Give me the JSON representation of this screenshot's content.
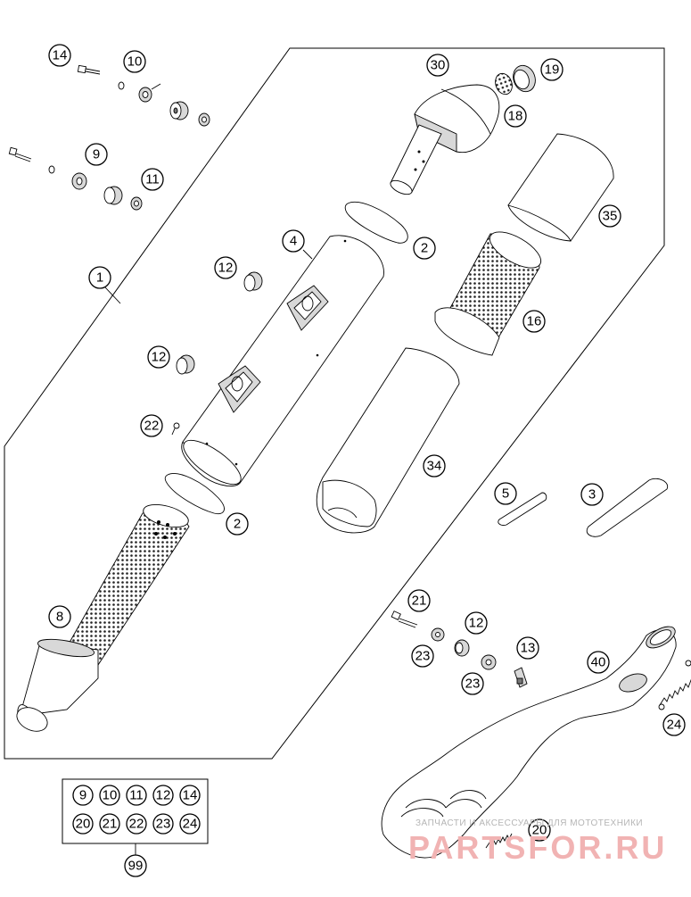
{
  "diagram": {
    "callouts": {
      "c1": "1",
      "c2a": "2",
      "c2b": "2",
      "c3": "3",
      "c4": "4",
      "c5": "5",
      "c8": "8",
      "c9": "9",
      "c10": "10",
      "c11": "11",
      "c12a": "12",
      "c12b": "12",
      "c12c": "12",
      "c13": "13",
      "c14": "14",
      "c16": "16",
      "c18": "18",
      "c19": "19",
      "c20": "20",
      "c21": "21",
      "c22": "22",
      "c23a": "23",
      "c23b": "23",
      "c24": "24",
      "c30": "30",
      "c34": "34",
      "c35": "35",
      "c40": "40",
      "c99": "99"
    },
    "kit": [
      "9",
      "10",
      "11",
      "12",
      "14",
      "20",
      "21",
      "22",
      "23",
      "24"
    ]
  },
  "watermark": {
    "tagline": "ЗАПЧАСТИ И АКСЕССУАРЫ ДЛЯ МОТОТЕХНИКИ",
    "brand": "PARTSFOR.RU"
  }
}
